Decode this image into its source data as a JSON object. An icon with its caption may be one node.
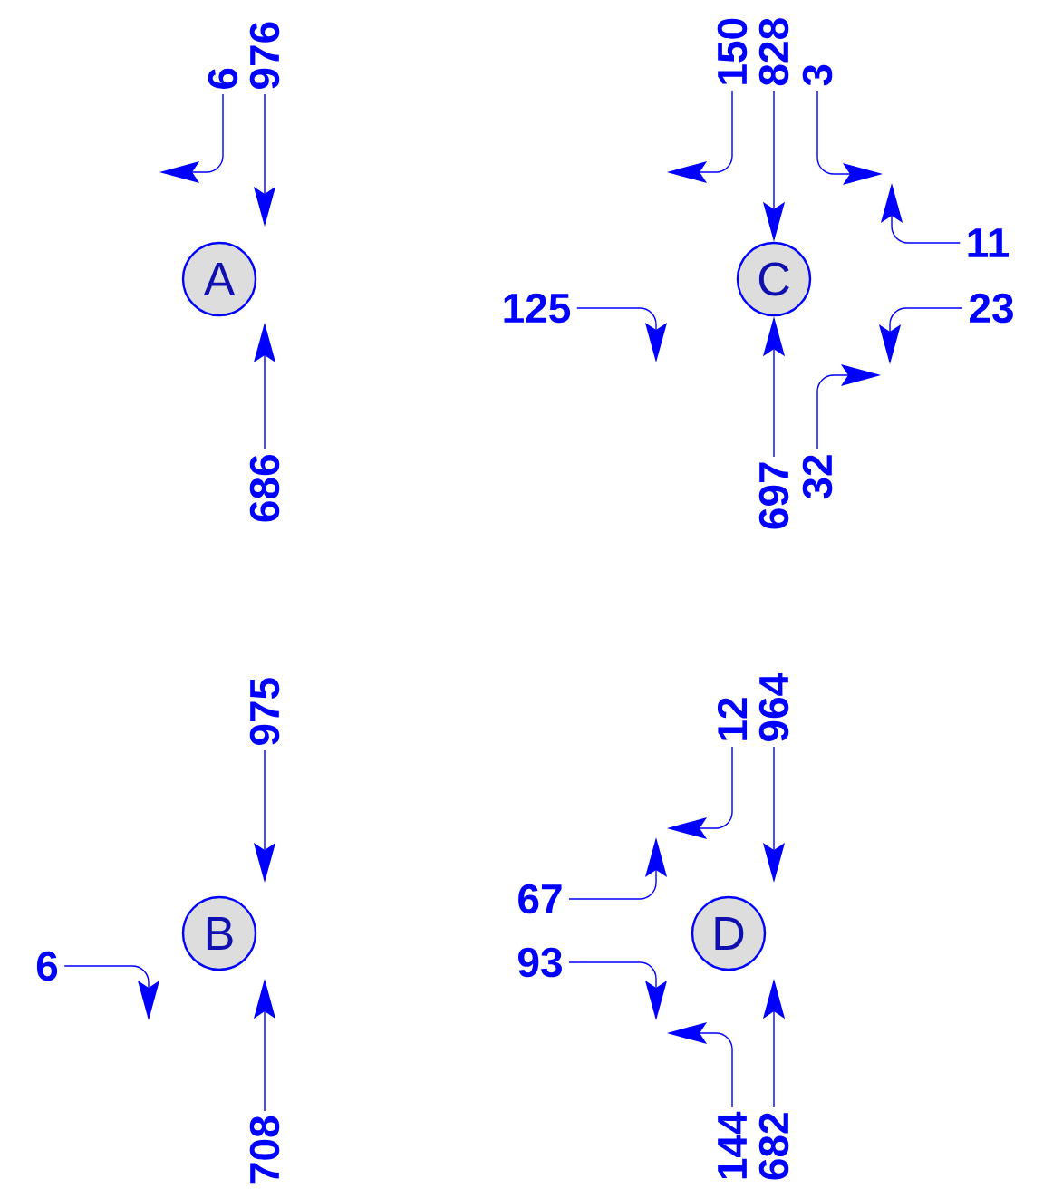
{
  "diagram": {
    "nodes": [
      {
        "text": [
          "6"
        ]
      },
      {
        "text": [
          "976"
        ]
      },
      {
        "text": [
          "A"
        ]
      },
      {
        "text": [
          "686"
        ]
      },
      {
        "text": [
          "150"
        ]
      },
      {
        "text": [
          "828"
        ]
      },
      {
        "text": [
          "3"
        ]
      },
      {
        "text": [
          "C"
        ]
      },
      {
        "text": [
          "11"
        ]
      },
      {
        "text": [
          "125"
        ]
      },
      {
        "text": [
          "23"
        ]
      },
      {
        "text": [
          "697"
        ]
      },
      {
        "text": [
          "32"
        ]
      },
      {
        "text": [
          "975"
        ]
      },
      {
        "text": [
          "B"
        ]
      },
      {
        "text": [
          "6"
        ]
      },
      {
        "text": [
          "708"
        ]
      },
      {
        "text": [
          "12"
        ]
      },
      {
        "text": [
          "964"
        ]
      },
      {
        "text": [
          "67"
        ]
      },
      {
        "text": [
          "D"
        ]
      },
      {
        "text": [
          "93"
        ]
      },
      {
        "text": [
          "144"
        ]
      },
      {
        "text": [
          "682"
        ]
      }
    ],
    "edges": [
      {
        "from": 0,
        "to": null,
        "arrow": "to"
      },
      {
        "from": 1,
        "to": null,
        "arrow": "to"
      },
      {
        "from": 3,
        "to": null,
        "arrow": "to"
      },
      {
        "from": 4,
        "to": null,
        "arrow": "to"
      },
      {
        "from": 5,
        "to": 7,
        "arrow": "to"
      },
      {
        "from": 6,
        "to": null,
        "arrow": "to"
      },
      {
        "from": 8,
        "to": null,
        "arrow": "to"
      },
      {
        "from": 9,
        "to": null,
        "arrow": "to"
      },
      {
        "from": 10,
        "to": null,
        "arrow": "to"
      },
      {
        "from": 11,
        "to": 7,
        "arrow": "to"
      },
      {
        "from": 12,
        "to": null,
        "arrow": "to"
      },
      {
        "from": 13,
        "to": null,
        "arrow": "to"
      },
      {
        "from": 15,
        "to": null,
        "arrow": "to"
      },
      {
        "from": 16,
        "to": null,
        "arrow": "to"
      },
      {
        "from": 17,
        "to": null,
        "arrow": "to"
      },
      {
        "from": 18,
        "to": null,
        "arrow": "to"
      },
      {
        "from": 19,
        "to": null,
        "arrow": "to"
      },
      {
        "from": 21,
        "to": null,
        "arrow": "to"
      },
      {
        "from": 22,
        "to": null,
        "arrow": "to"
      },
      {
        "from": 23,
        "to": null,
        "arrow": "to"
      }
    ]
  }
}
